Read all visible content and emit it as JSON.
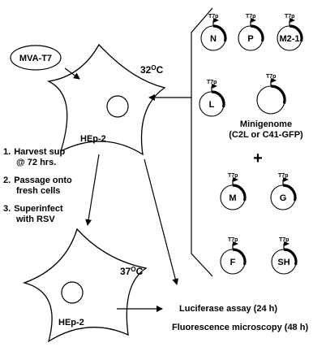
{
  "virus_label": "MVA-T7",
  "cell_top": {
    "temperature": "32",
    "temp_sup": "O",
    "temp_unit": "C",
    "cell_name": "HEp-2"
  },
  "cell_bottom": {
    "temperature": "37",
    "temp_sup": "O",
    "temp_unit": "C",
    "cell_name": "HEp-2"
  },
  "steps": [
    {
      "number": "1.",
      "line1": "Harvest sup",
      "line2": "@ 72 hrs."
    },
    {
      "number": "2.",
      "line1": "Passage onto",
      "line2": "fresh cells"
    },
    {
      "number": "3.",
      "line1": "Superinfect",
      "line2": "with RSV"
    }
  ],
  "promoter_label": "T7p",
  "plasmids": [
    {
      "id": "N",
      "label": "N"
    },
    {
      "id": "P",
      "label": "P"
    },
    {
      "id": "M2-1",
      "label": "M2-1"
    },
    {
      "id": "L",
      "label": "L"
    },
    {
      "id": "minigenome",
      "label": ""
    },
    {
      "id": "M",
      "label": "M"
    },
    {
      "id": "G",
      "label": "G"
    },
    {
      "id": "F",
      "label": "F"
    },
    {
      "id": "SH",
      "label": "SH"
    }
  ],
  "minigenome": {
    "line1": "Minigenome",
    "line2": "(C2L or C41-GFP)"
  },
  "plus_sign": "+",
  "assays": {
    "luciferase": "Luciferase assay (24 h)",
    "fluorescence": "Fluorescence microscopy (48 h)"
  }
}
